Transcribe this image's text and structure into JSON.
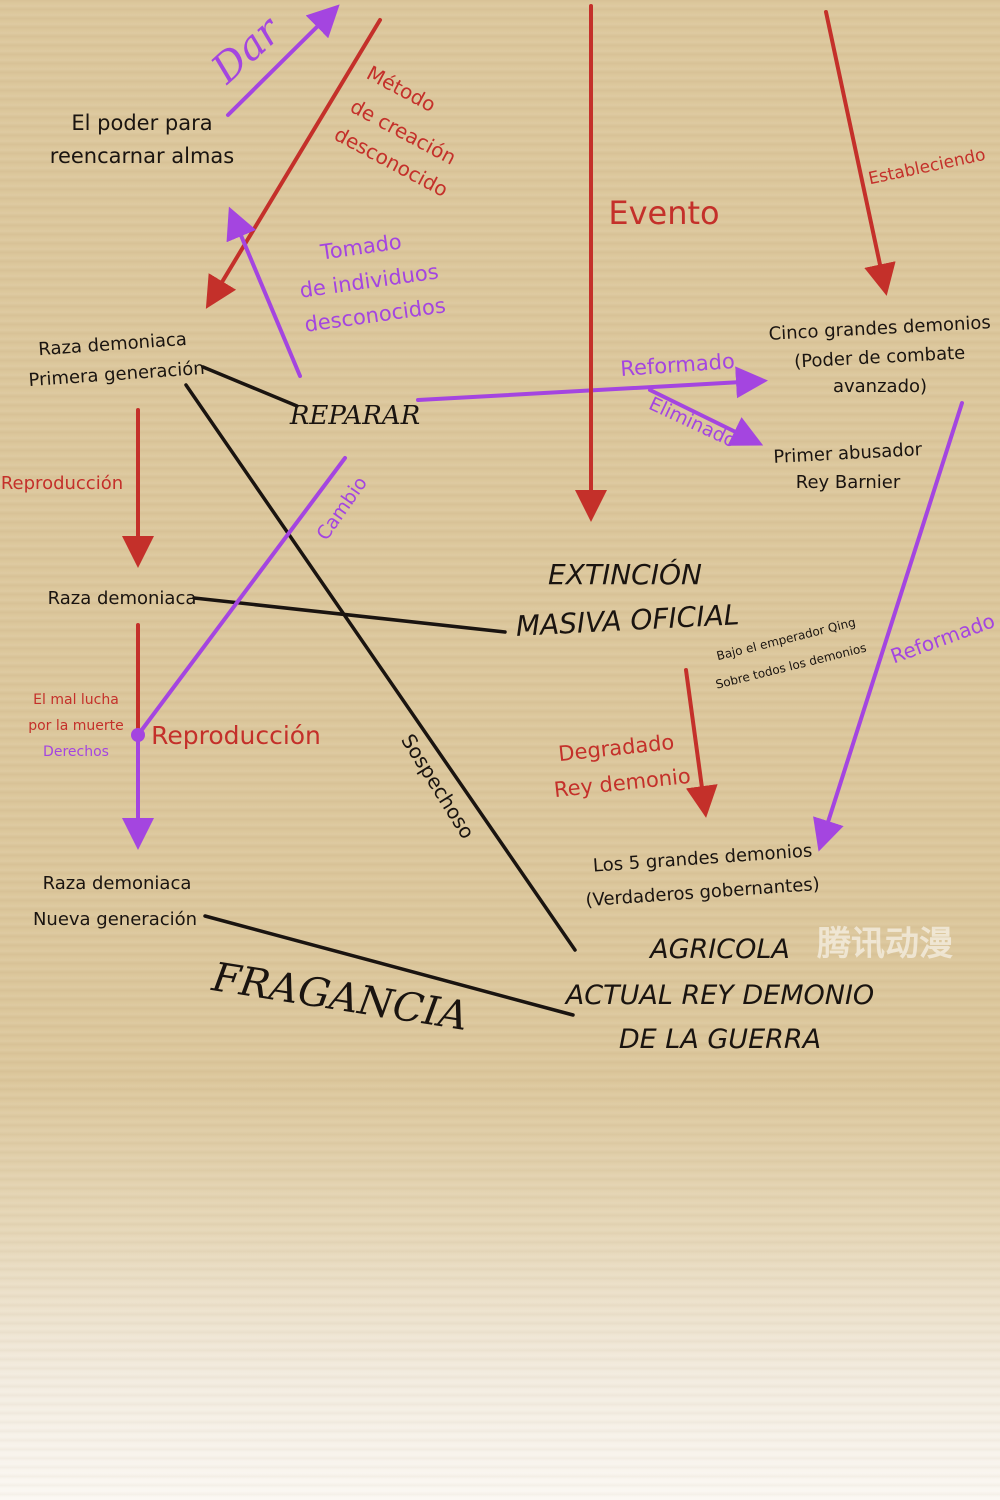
{
  "nodes": {
    "poder": [
      "El poder para",
      "reencarnar almas"
    ],
    "primera": [
      "Raza demoniaca",
      "Primera generación"
    ],
    "reparar": "REPARAR",
    "raza": "Raza demoniaca",
    "nueva": [
      "Raza demoniaca",
      "Nueva generación"
    ],
    "cinco": [
      "Cinco grandes demonios",
      "(Poder de combate",
      "avanzado)"
    ],
    "barnier": [
      "Primer abusador",
      "Rey Barnier"
    ],
    "extincion": [
      "EXTINCIÓN",
      "MASIVA OFICIAL"
    ],
    "bajo": [
      "Bajo el emperador Qing",
      "Sobre todos los demonios"
    ],
    "los5": [
      "Los 5 grandes demonios",
      "(Verdaderos gobernantes)"
    ],
    "agricola": [
      "AGRICOLA",
      "ACTUAL REY DEMONIO",
      "DE LA GUERRA"
    ],
    "fragancia": "FRAGANCIA"
  },
  "labels": {
    "dar": "Dar",
    "metodo": [
      "Método",
      "de creación",
      "desconocido"
    ],
    "tomado": [
      "Tomado",
      "de individuos",
      "desconocidos"
    ],
    "evento": "Evento",
    "estableciendo": "Estableciendo",
    "reformado1": "Reformado",
    "eliminado": "Eliminado",
    "reproduccion1": "Reproducción",
    "cambio": "Cambio",
    "mal": [
      "El mal lucha",
      "por la muerte"
    ],
    "derechos": "Derechos",
    "reproduccion2": "Reproducción",
    "sospechoso": "Sospechoso",
    "degradado": [
      "Degradado",
      "Rey demonio"
    ],
    "reformado2": "Reformado"
  },
  "watermark": "腾讯动漫",
  "colors": {
    "red": "#c4302a",
    "purple": "#a445e0",
    "black": "#1a1410"
  }
}
